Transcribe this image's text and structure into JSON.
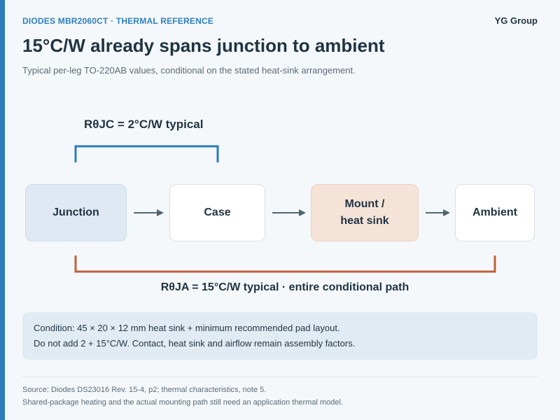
{
  "header": {
    "eyebrow": "DIODES MBR2060CT · THERMAL REFERENCE",
    "brand": "YG Group",
    "title": "15°C/W already spans junction to ambient",
    "subtitle": "Typical per-leg TO-220AB values, conditional on the stated heat-sink arrangement."
  },
  "diagram": {
    "rjc_label": "RθJC = 2°C/W typical",
    "rja_label": "RθJA = 15°C/W typical · entire conditional path",
    "nodes": {
      "junction": "Junction",
      "case": "Case",
      "mount_line1": "Mount /",
      "mount_line2": "heat sink",
      "ambient": "Ambient"
    },
    "colors": {
      "rjc_bracket": "#2b7bbd",
      "rja_bracket": "#c0613a",
      "arrow": "#4f6573"
    }
  },
  "note": {
    "line1": "Condition: 45 × 20 × 12 mm heat sink + minimum recommended pad layout.",
    "line2": "Do not add 2 + 15°C/W. Contact, heat sink and airflow remain assembly factors."
  },
  "footer": {
    "line1": "Source: Diodes DS23016 Rev. 15-4, p2; thermal characteristics, note 5.",
    "line2": "Shared-package heating and the actual mounting path still need an application thermal model."
  }
}
